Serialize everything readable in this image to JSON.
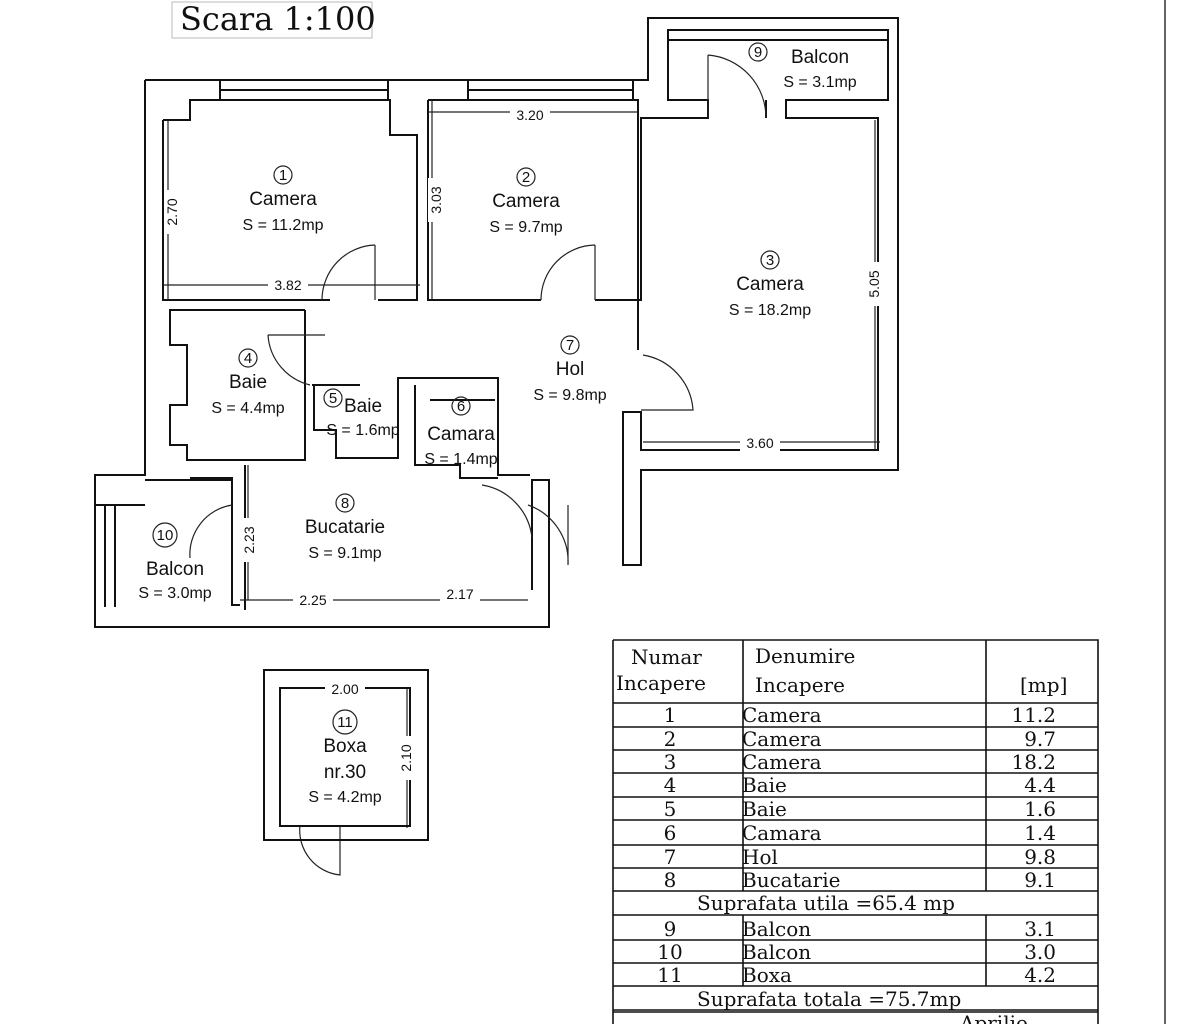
{
  "scale": "Scara 1:100",
  "rooms": [
    {
      "n": "1",
      "name": "Camera",
      "area": "S = 11.2mp"
    },
    {
      "n": "2",
      "name": "Camera",
      "area": "S = 9.7mp"
    },
    {
      "n": "3",
      "name": "Camera",
      "area": "S = 18.2mp"
    },
    {
      "n": "4",
      "name": "Baie",
      "area": "S = 4.4mp"
    },
    {
      "n": "5",
      "name": "Baie",
      "area": "S = 1.6mp"
    },
    {
      "n": "6",
      "name": "Camara",
      "area": "S = 1.4mp"
    },
    {
      "n": "7",
      "name": "Hol",
      "area": "S = 9.8mp"
    },
    {
      "n": "8",
      "name": "Bucatarie",
      "area": "S = 9.1mp"
    },
    {
      "n": "9",
      "name": "Balcon",
      "area": "S = 3.1mp"
    },
    {
      "n": "10",
      "name": "Balcon",
      "area": "S = 3.0mp"
    },
    {
      "n": "11",
      "name": "Boxa",
      "sub": "nr.30",
      "area": "S = 4.2mp"
    }
  ],
  "dimensions": {
    "d1": "2.70",
    "d2": "3.82",
    "d3": "3.20",
    "d4": "3.03",
    "d5": "5.05",
    "d6": "3.60",
    "d7": "2.23",
    "d8": "2.25",
    "d9": "2.17",
    "d10": "2.00",
    "d11": "2.10"
  },
  "table": {
    "headers": {
      "c1a": "Numar",
      "c1b": "Incapere",
      "c2a": "Denumire",
      "c2b": "Incapere",
      "c3": "[mp]"
    },
    "rows": [
      {
        "n": "1",
        "name": "Camera",
        "mp": "11.2"
      },
      {
        "n": "2",
        "name": "Camera",
        "mp": "9.7"
      },
      {
        "n": "3",
        "name": "Camera",
        "mp": "18.2"
      },
      {
        "n": "4",
        "name": "Baie",
        "mp": "4.4"
      },
      {
        "n": "5",
        "name": "Baie",
        "mp": "1.6"
      },
      {
        "n": "6",
        "name": "Camara",
        "mp": "1.4"
      },
      {
        "n": "7",
        "name": "Hol",
        "mp": "9.8"
      },
      {
        "n": "8",
        "name": "Bucatarie",
        "mp": "9.1"
      }
    ],
    "subtotal": "Suprafata utila =65.4 mp",
    "rows2": [
      {
        "n": "9",
        "name": "Balcon",
        "mp": "3.1"
      },
      {
        "n": "10",
        "name": "Balcon",
        "mp": "3.0"
      },
      {
        "n": "11",
        "name": "Boxa",
        "mp": "4.2"
      }
    ],
    "total": "Suprafata totala =75.7mp",
    "footer": "Aprilie"
  }
}
